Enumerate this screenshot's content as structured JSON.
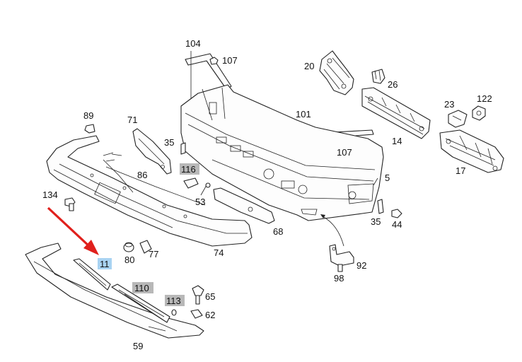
{
  "diagram": {
    "highlighted_part": "11",
    "callouts": [
      {
        "id": "c104",
        "label": "104"
      },
      {
        "id": "c107a",
        "label": "107"
      },
      {
        "id": "c20",
        "label": "20"
      },
      {
        "id": "c26",
        "label": "26"
      },
      {
        "id": "c89",
        "label": "89"
      },
      {
        "id": "c71",
        "label": "71"
      },
      {
        "id": "c101",
        "label": "101"
      },
      {
        "id": "c23",
        "label": "23"
      },
      {
        "id": "c122",
        "label": "122"
      },
      {
        "id": "c14",
        "label": "14"
      },
      {
        "id": "c35a",
        "label": "35"
      },
      {
        "id": "c107b",
        "label": "107"
      },
      {
        "id": "c116",
        "label": "116",
        "highlight": "gray"
      },
      {
        "id": "c86",
        "label": "86"
      },
      {
        "id": "c17",
        "label": "17"
      },
      {
        "id": "c5",
        "label": "5"
      },
      {
        "id": "c134",
        "label": "134"
      },
      {
        "id": "c53",
        "label": "53"
      },
      {
        "id": "c35b",
        "label": "35"
      },
      {
        "id": "c44",
        "label": "44"
      },
      {
        "id": "c68",
        "label": "68"
      },
      {
        "id": "c11",
        "label": "11",
        "highlight": "blue"
      },
      {
        "id": "c80",
        "label": "80"
      },
      {
        "id": "c77",
        "label": "77"
      },
      {
        "id": "c74",
        "label": "74"
      },
      {
        "id": "c92",
        "label": "92"
      },
      {
        "id": "c98",
        "label": "98"
      },
      {
        "id": "c110",
        "label": "110",
        "highlight": "gray"
      },
      {
        "id": "c113",
        "label": "113",
        "highlight": "gray"
      },
      {
        "id": "c65",
        "label": "65"
      },
      {
        "id": "c62",
        "label": "62"
      },
      {
        "id": "c59",
        "label": "59"
      }
    ]
  }
}
